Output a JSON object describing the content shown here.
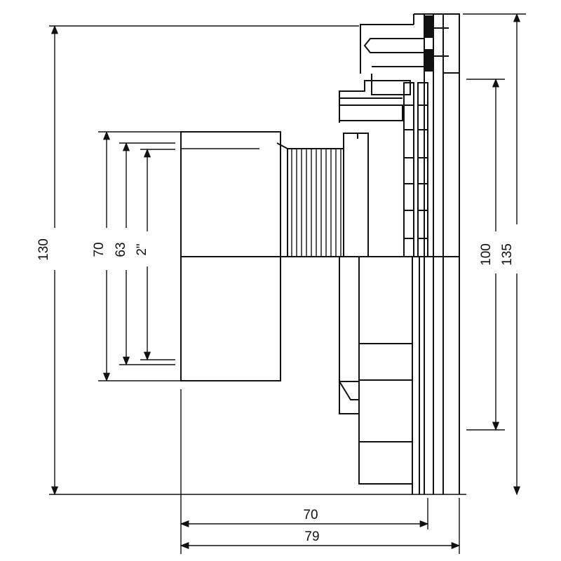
{
  "dimensions": {
    "left_outer": "130",
    "inner_70": "70",
    "inner_63": "63",
    "inner_2in": "2\"",
    "right_100": "100",
    "right_135": "135",
    "bottom_70": "70",
    "bottom_79": "79"
  }
}
